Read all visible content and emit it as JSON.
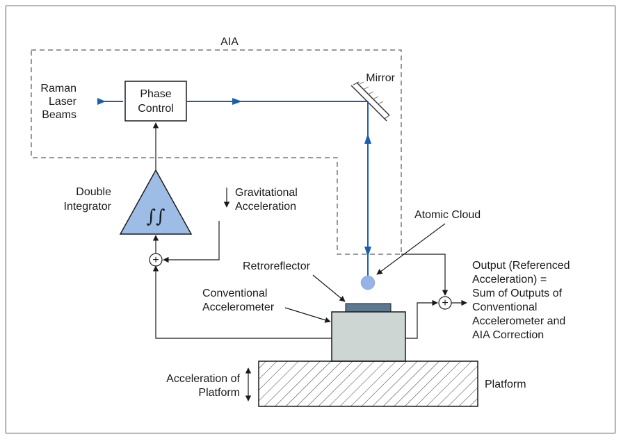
{
  "diagram": {
    "labels": {
      "aia": "AIA",
      "raman_line1": "Raman",
      "raman_line2": "Laser",
      "raman_line3": "Beams",
      "phase_line1": "Phase",
      "phase_line2": "Control",
      "mirror": "Mirror",
      "double_line1": "Double",
      "double_line2": "Integrator",
      "integral_symbol": "∫∫",
      "grav_line1": "Gravitational",
      "grav_line2": "Acceleration",
      "atomic_cloud": "Atomic Cloud",
      "retroreflector": "Retroreflector",
      "conv_line1": "Conventional",
      "conv_line2": "Accelerometer",
      "output_line1": "Output (Referenced",
      "output_line2": "Acceleration) =",
      "output_line3": "Sum of Outputs of",
      "output_line4": "Conventional",
      "output_line5": "Accelerometer and",
      "output_line6": "AIA Correction",
      "accel_line1": "Acceleration of",
      "accel_line2": "Platform",
      "platform": "Platform",
      "sum_symbol": "+"
    },
    "colors": {
      "laser_beam": "#1a5fb0",
      "integrator_fill": "#9dbde6",
      "atomic_cloud": "#95b3e6",
      "retroreflector": "#5f7891",
      "accelerometer": "#cdd6d2",
      "line": "#1a1a1a"
    },
    "icons": {
      "mirror": "diagonal-mirror",
      "platform": "hatched-block",
      "summing_junction": "circle-plus"
    }
  }
}
